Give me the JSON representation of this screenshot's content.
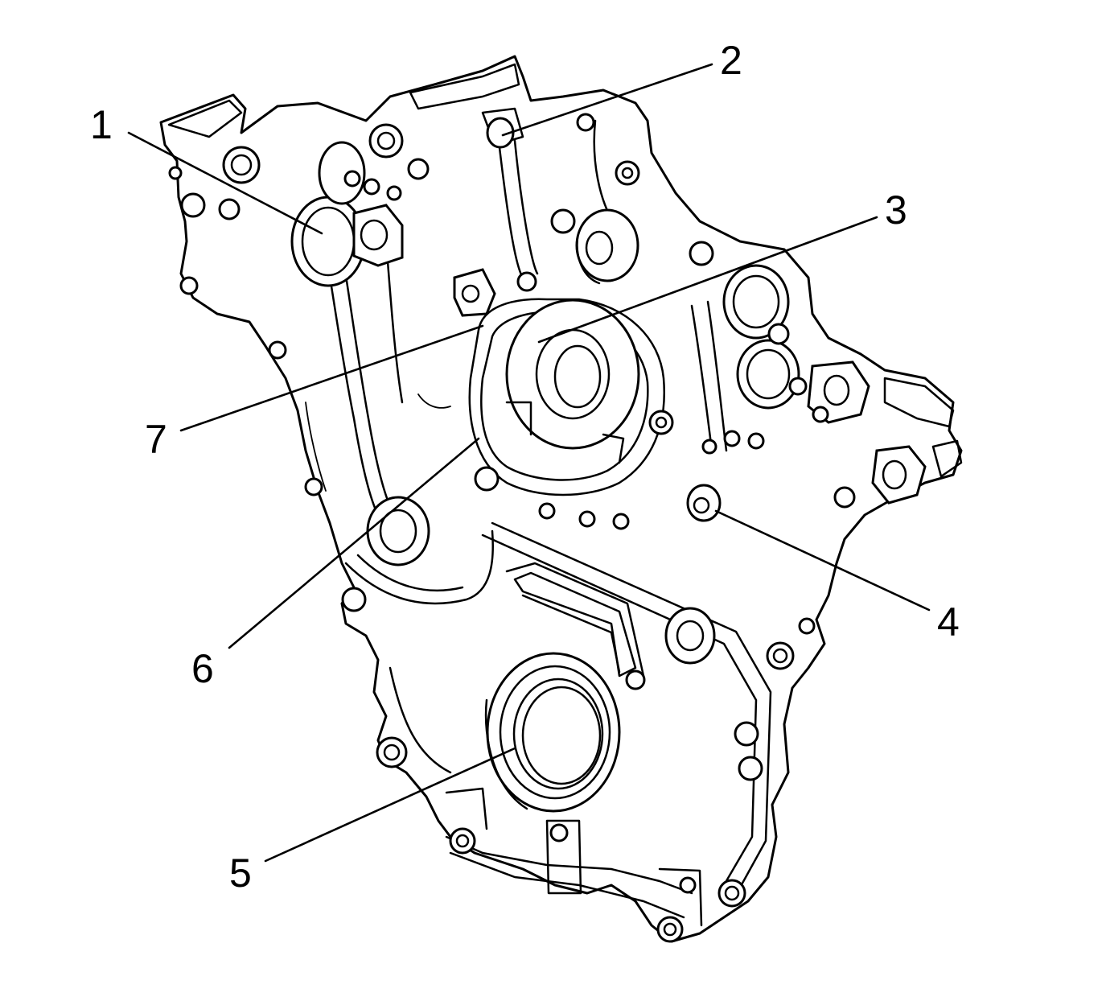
{
  "callouts": [
    "1",
    "2",
    "3",
    "4",
    "5",
    "6",
    "7"
  ],
  "colors": {
    "line": "#000000",
    "background": "#ffffff"
  }
}
